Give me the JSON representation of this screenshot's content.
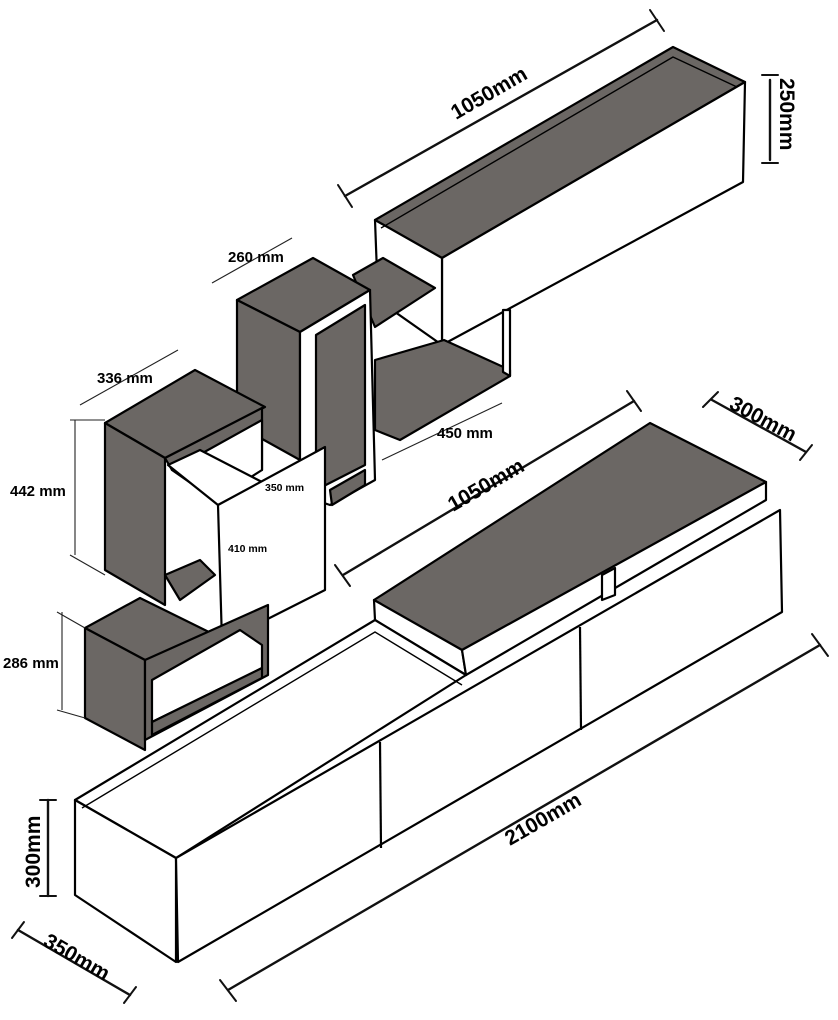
{
  "colors": {
    "wood": "#6b6764",
    "panel_white": "#ffffff",
    "line": "#000000"
  },
  "dimensions": {
    "top_cabinet_width": "1050mm",
    "top_cabinet_height": "250mm",
    "shelf_260": "260 mm",
    "shelf_336": "336 mm",
    "shelf_442": "442 mm",
    "shelf_450": "450 mm",
    "cube_350": "350 mm",
    "cube_410": "410 mm",
    "shelf_286": "286 mm",
    "middle_top_width": "1050mm",
    "middle_top_depth": "300mm",
    "base_width": "2100mm",
    "base_height": "300mm",
    "base_depth": "350mm"
  }
}
